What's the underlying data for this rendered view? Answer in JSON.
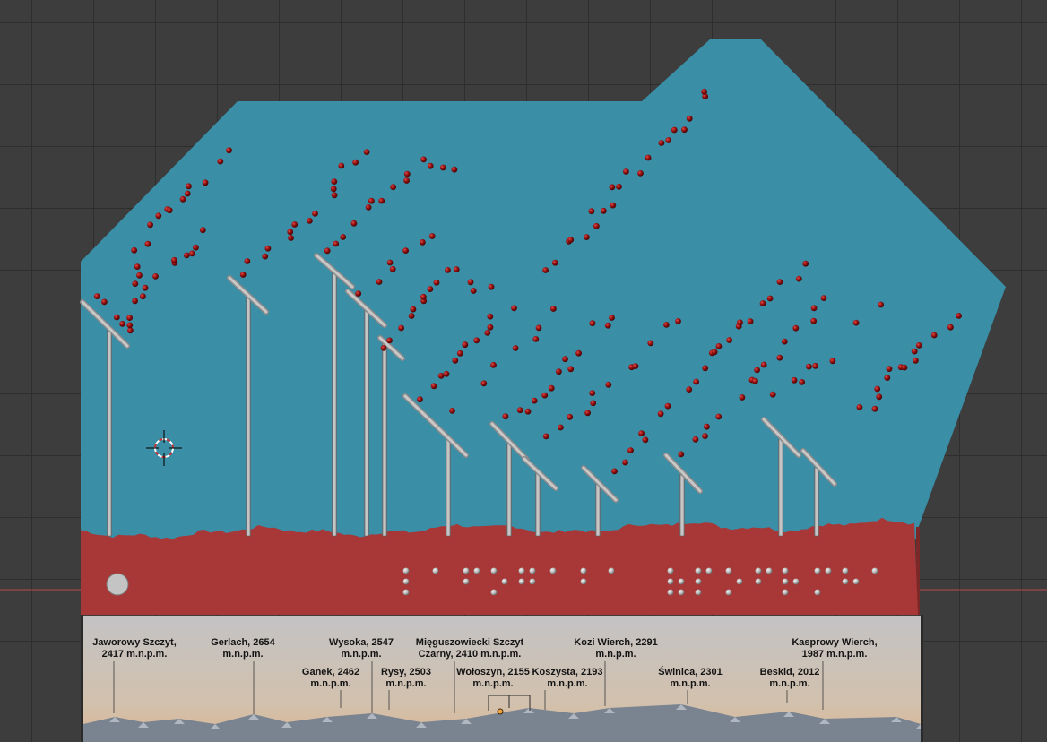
{
  "viewport": {
    "background": "#3d3d3d",
    "grid_color": "#2e2e2e",
    "axis_color": "#b84a4a"
  },
  "model": {
    "sky_color": "#3a8ea6",
    "ground_color": "#a83838",
    "pin_color": "#b4b4b4",
    "bead_color": "#8e0f0f",
    "braille_dot_color": "#b8b8b8",
    "hole_color": "#c4c4c4"
  },
  "cursor": {
    "icon": "3d-cursor-icon"
  },
  "panorama": {
    "sky_top": "#c3c2c4",
    "sky_bottom": "#d9b592",
    "mountain_color": "#7a8390",
    "labels": [
      {
        "name": "Jaworowy Szczyt,",
        "alt": "2417 m.n.p.m."
      },
      {
        "name": "Gerlach, 2654",
        "alt": "m.n.p.m."
      },
      {
        "name": "Wysoka, 2547",
        "alt": "m.n.p.m."
      },
      {
        "name": "Mięguszowiecki Szczyt",
        "alt": "Czarny, 2410 m.n.p.m."
      },
      {
        "name": "Kozi Wierch, 2291",
        "alt": "m.n.p.m."
      },
      {
        "name": "Kasprowy Wierch,",
        "alt": "1987 m.n.p.m."
      },
      {
        "name": "Ganek, 2462",
        "alt": "m.n.p.m."
      },
      {
        "name": "Rysy, 2503",
        "alt": "m.n.p.m."
      },
      {
        "name": "Wołoszyn, 2155",
        "alt": "m.n.p.m."
      },
      {
        "name": "Koszysta, 2193",
        "alt": "m.n.p.m."
      },
      {
        "name": "Świnica, 2301",
        "alt": "m.n.p.m."
      },
      {
        "name": "Beskid, 2012",
        "alt": "m.n.p.m."
      }
    ]
  }
}
